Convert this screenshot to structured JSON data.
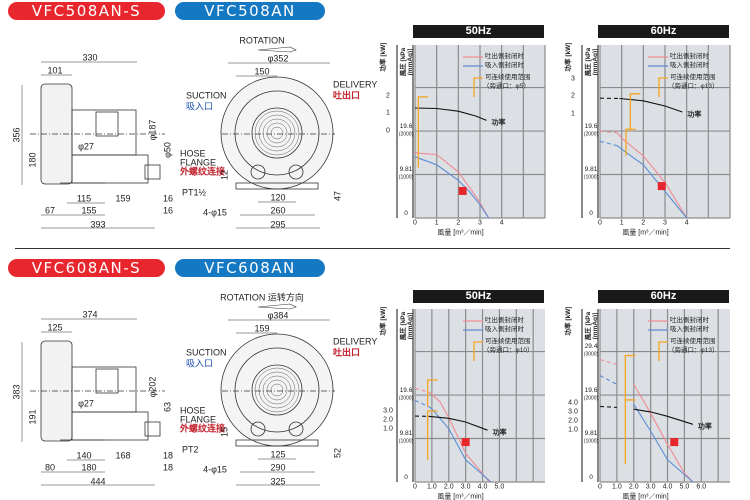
{
  "colors": {
    "model_s": "#e8262e",
    "model": "#1478c3",
    "discharge": "#f08a96",
    "suction": "#5b8fd6",
    "power": "#111111",
    "range": "#f5a623",
    "marker": "#e8262e",
    "plot_bg": "#dcdfe3"
  },
  "sections": [
    {
      "model_s": "VFC508AN-S",
      "model": "VFC508AN",
      "side": {
        "d330": "330",
        "d101": "101",
        "d356": "356",
        "d180": "180",
        "phi27": "φ27",
        "phi187": "φ187",
        "phi50": "φ50",
        "hose": "HOSE",
        "flange": "FLANGE",
        "thread": "外螺纹连接",
        "pt": "PT1½",
        "d115": "115",
        "d159": "159",
        "d16a": "16",
        "d67": "67",
        "d155": "155",
        "d16b": "16",
        "d393": "393"
      },
      "front": {
        "rotation": "ROTATION",
        "phi": "φ352",
        "d150": "150",
        "suction": "SUCTION",
        "suction_cn": "吸入口",
        "delivery": "DELIVERY",
        "delivery_cn": "吐出口",
        "d12": "12",
        "d120": "120",
        "d47": "47",
        "d260": "260",
        "holes": "4-φ15",
        "d295": "295"
      }
    },
    {
      "model_s": "VFC608AN-S",
      "model": "VFC608AN",
      "side": {
        "d330": "374",
        "d101": "125",
        "d356": "383",
        "d180": "191",
        "phi27": "φ27",
        "phi187": "φ202",
        "phi50": "63",
        "hose": "HOSE",
        "flange": "FLANGE",
        "thread": "外螺纹连接",
        "pt": "PT2",
        "d115": "140",
        "d159": "168",
        "d16a": "18",
        "d67": "80",
        "d155": "180",
        "d16b": "18",
        "d393": "444"
      },
      "front": {
        "rotation": "ROTATION 运转方向",
        "phi": "φ384",
        "d150": "159",
        "suction": "SUCTION",
        "suction_cn": "吸入口",
        "delivery": "DELIVERY",
        "delivery_cn": "吐出口",
        "d12": "15",
        "d120": "125",
        "d47": "52",
        "d260": "290",
        "holes": "4-φ15",
        "d295": "325"
      }
    }
  ],
  "chart_data": [
    {
      "type": "line",
      "title": "50Hz",
      "xlabel": "風量 [m³／min]",
      "ylabel": "風圧 [kPa (mmAq)]",
      "y2label": "功率 [kW]",
      "xticks": [
        "0",
        "1",
        "2",
        "3",
        "4"
      ],
      "xtick_values": [
        0,
        1,
        2,
        3,
        4
      ],
      "xlim": [
        0,
        6
      ],
      "yticks": [
        {
          "v": 0,
          "l": "0"
        },
        {
          "v": 9.81,
          "l": "9.81",
          "s": "(1000)"
        },
        {
          "v": 19.6,
          "l": "19.6",
          "s": "(2000)"
        }
      ],
      "ylim": [
        0,
        39
      ],
      "y2ticks": [
        {
          "v": 0,
          "l": "0"
        },
        {
          "v": 1,
          "l": "1"
        },
        {
          "v": 2,
          "l": "2"
        }
      ],
      "legend": {
        "discharge": "吐出側封闭时",
        "suction": "吸入側封闭时",
        "range": "可连续使用范围",
        "range_note": "（旁通口：φ5）"
      },
      "power_label": "功率",
      "series": [
        {
          "name": "吐出側封闭时",
          "key": "discharge",
          "points": [
            [
              0,
              14.7
            ],
            [
              1,
              14.3
            ],
            [
              2,
              10.4
            ],
            [
              2.5,
              7
            ],
            [
              3,
              3.5
            ],
            [
              3.4,
              0
            ]
          ]
        },
        {
          "name": "吸入側封闭时",
          "key": "suction",
          "points": [
            [
              0,
              13.8
            ],
            [
              1,
              12
            ],
            [
              2,
              8.5
            ],
            [
              2.5,
              6
            ],
            [
              3,
              3
            ],
            [
              3.4,
              0
            ]
          ]
        }
      ],
      "power": {
        "points": [
          [
            0,
            1.3
          ],
          [
            1,
            1.27
          ],
          [
            2,
            1.12
          ],
          [
            2.8,
            0.85
          ],
          [
            3.3,
            0.6
          ]
        ],
        "dashed_to": 0
      },
      "marker": [
        2.2,
        6.1
      ],
      "range_marks": [
        {
          "x": 0.15,
          "y": [
            11.3,
            27.3
          ]
        }
      ]
    },
    {
      "type": "line",
      "title": "60Hz",
      "xlabel": "風量 [m³／min]",
      "ylabel": "風圧 [kPa (mmAq)]",
      "y2label": "功率 [kW]",
      "xticks": [
        "0",
        "1",
        "2",
        "3",
        "4"
      ],
      "xtick_values": [
        0,
        1,
        2,
        3,
        4
      ],
      "xlim": [
        0,
        6
      ],
      "yticks": [
        {
          "v": 0,
          "l": "0"
        },
        {
          "v": 9.81,
          "l": "9.81",
          "s": "(1000)"
        },
        {
          "v": 19.6,
          "l": "19.6",
          "s": "(2000)"
        }
      ],
      "ylim": [
        0,
        39
      ],
      "y2ticks": [
        {
          "v": 1,
          "l": "1"
        },
        {
          "v": 2,
          "l": "2"
        },
        {
          "v": 3,
          "l": "3"
        }
      ],
      "legend": {
        "discharge": "吐出側封闭时",
        "suction": "吸入側封闭时",
        "range": "可连续使用范围",
        "range_note": "（旁通口：φ13）"
      },
      "power_label": "功率",
      "series": [
        {
          "name": "吐出側封闭时",
          "key": "discharge",
          "points": [
            [
              0,
              19.6
            ],
            [
              0.8,
              19.2
            ],
            [
              1,
              18
            ],
            [
              2,
              14
            ],
            [
              3,
              8
            ],
            [
              4,
              0
            ]
          ],
          "dashed_to": 0.8
        },
        {
          "name": "吸入側封闭时",
          "key": "suction",
          "points": [
            [
              0,
              17.3
            ],
            [
              0.8,
              16.3
            ],
            [
              1,
              15.5
            ],
            [
              2,
              12
            ],
            [
              3,
              6
            ],
            [
              4,
              0
            ]
          ],
          "dashed_to": 0.8
        }
      ],
      "power": {
        "points": [
          [
            0,
            1.9
          ],
          [
            0.9,
            1.88
          ],
          [
            2,
            1.75
          ],
          [
            3,
            1.45
          ],
          [
            3.8,
            1.1
          ]
        ],
        "dashed_to": 0.9
      },
      "marker": [
        2.85,
        7.2
      ],
      "range_marks": [
        {
          "x": 1.4,
          "y": [
            19.5,
            28
          ]
        },
        {
          "x": 1.2,
          "y": [
            14,
            20
          ]
        }
      ]
    },
    {
      "type": "line",
      "title": "50Hz",
      "xlabel": "風量 [m³／min]",
      "ylabel": "風圧 [kPa (mmAq)]",
      "y2label": "功率 [kW]",
      "xticks": [
        "0",
        "1.0",
        "2.0",
        "3.0",
        "4.0",
        "5.0"
      ],
      "xtick_values": [
        0,
        1,
        2,
        3,
        4,
        5
      ],
      "xlim": [
        0,
        7.7
      ],
      "yticks": [
        {
          "v": 0,
          "l": "0"
        },
        {
          "v": 9.81,
          "l": "9.81",
          "s": "(1000)"
        },
        {
          "v": 19.6,
          "l": "19.6",
          "s": "(2000)"
        }
      ],
      "ylim": [
        0,
        39
      ],
      "y2ticks": [
        {
          "v": 1,
          "l": "1.0"
        },
        {
          "v": 2,
          "l": "2.0"
        },
        {
          "v": 3,
          "l": "3.0"
        }
      ],
      "legend": {
        "discharge": "吐出側封闭时",
        "suction": "吸入側封闭时",
        "range": "可连续使用范围",
        "range_note": "（旁通口：φ10）"
      },
      "power_label": "功率",
      "series": [
        {
          "name": "吐出側封闭时",
          "key": "discharge",
          "points": [
            [
              0,
              21.1
            ],
            [
              0.8,
              20.3
            ],
            [
              1,
              19.8
            ],
            [
              1.5,
              18
            ],
            [
              2,
              14.5
            ],
            [
              3,
              6.5
            ],
            [
              4.4,
              0
            ]
          ],
          "dashed_to": 0.8
        },
        {
          "name": "吸入側封闭时",
          "key": "suction",
          "points": [
            [
              0,
              18.4
            ],
            [
              0.8,
              17
            ],
            [
              1,
              16.5
            ],
            [
              2,
              12
            ],
            [
              3,
              5
            ],
            [
              4.5,
              0
            ]
          ],
          "dashed_to": 0.8
        }
      ],
      "power": {
        "points": [
          [
            0,
            2.44
          ],
          [
            0.8,
            2.42
          ],
          [
            2,
            2.2
          ],
          [
            3,
            1.8
          ],
          [
            4.3,
            0.9
          ]
        ],
        "dashed_to": 0.8
      },
      "marker": [
        3.0,
        9
      ],
      "range_marks": [
        {
          "x": 0.75,
          "y": [
            17,
            23
          ]
        },
        {
          "x": 0.75,
          "y": [
            5,
            16
          ]
        }
      ]
    },
    {
      "type": "line",
      "title": "60Hz",
      "xlabel": "風量 [m³／min]",
      "ylabel": "風圧 [kPa (mmAq)]",
      "y2label": "功率 [kW]",
      "xticks": [
        "0",
        "1.0",
        "2.0",
        "3.0",
        "4.0",
        "5.0",
        "6.0"
      ],
      "xtick_values": [
        0,
        1,
        2,
        3,
        4,
        5,
        6
      ],
      "xlim": [
        0,
        7.7
      ],
      "yticks": [
        {
          "v": 0,
          "l": "0"
        },
        {
          "v": 9.81,
          "l": "9.81",
          "s": "(1000)"
        },
        {
          "v": 19.6,
          "l": "19.6",
          "s": "(2000)"
        },
        {
          "v": 29.4,
          "l": "29.4",
          "s": "(3000)"
        }
      ],
      "ylim": [
        0,
        39
      ],
      "y2ticks": [
        {
          "v": 1,
          "l": "1.0"
        },
        {
          "v": 2,
          "l": "2.0"
        },
        {
          "v": 3,
          "l": "3.0"
        },
        {
          "v": 4,
          "l": "4.0"
        }
      ],
      "legend": {
        "discharge": "吐出側封闭时",
        "suction": "吸入側封闭时",
        "range": "可连续使用范围",
        "range_note": "（旁通口：φ13）"
      },
      "power_label": "功率",
      "series": [
        {
          "name": "吐出側封闭时",
          "key": "discharge",
          "points": [
            [
              0,
              27.6
            ],
            [
              1,
              26.5
            ],
            [
              2,
              22
            ],
            [
              3,
              15.5
            ],
            [
              4,
              8.5
            ],
            [
              5,
              2
            ],
            [
              5.5,
              0
            ]
          ],
          "dashed_to": 1.5
        },
        {
          "name": "吸入側封闭时",
          "key": "suction",
          "points": [
            [
              0,
              24
            ],
            [
              1,
              22
            ],
            [
              2,
              17.5
            ],
            [
              3,
              11.5
            ],
            [
              4,
              5
            ],
            [
              5.5,
              0
            ]
          ],
          "dashed_to": 1.5
        }
      ],
      "power": {
        "points": [
          [
            0,
            3.6
          ],
          [
            1,
            3.5
          ],
          [
            2,
            3.3
          ],
          [
            3,
            3.0
          ],
          [
            4,
            2.5
          ],
          [
            5.5,
            1.6
          ]
        ],
        "dashed_to": 1.5
      },
      "marker": [
        4.4,
        9
      ],
      "range_marks": [
        {
          "x": 1.5,
          "y": [
            18,
            28.5
          ]
        },
        {
          "x": 1.5,
          "y": [
            4,
            18.5
          ]
        }
      ]
    }
  ]
}
